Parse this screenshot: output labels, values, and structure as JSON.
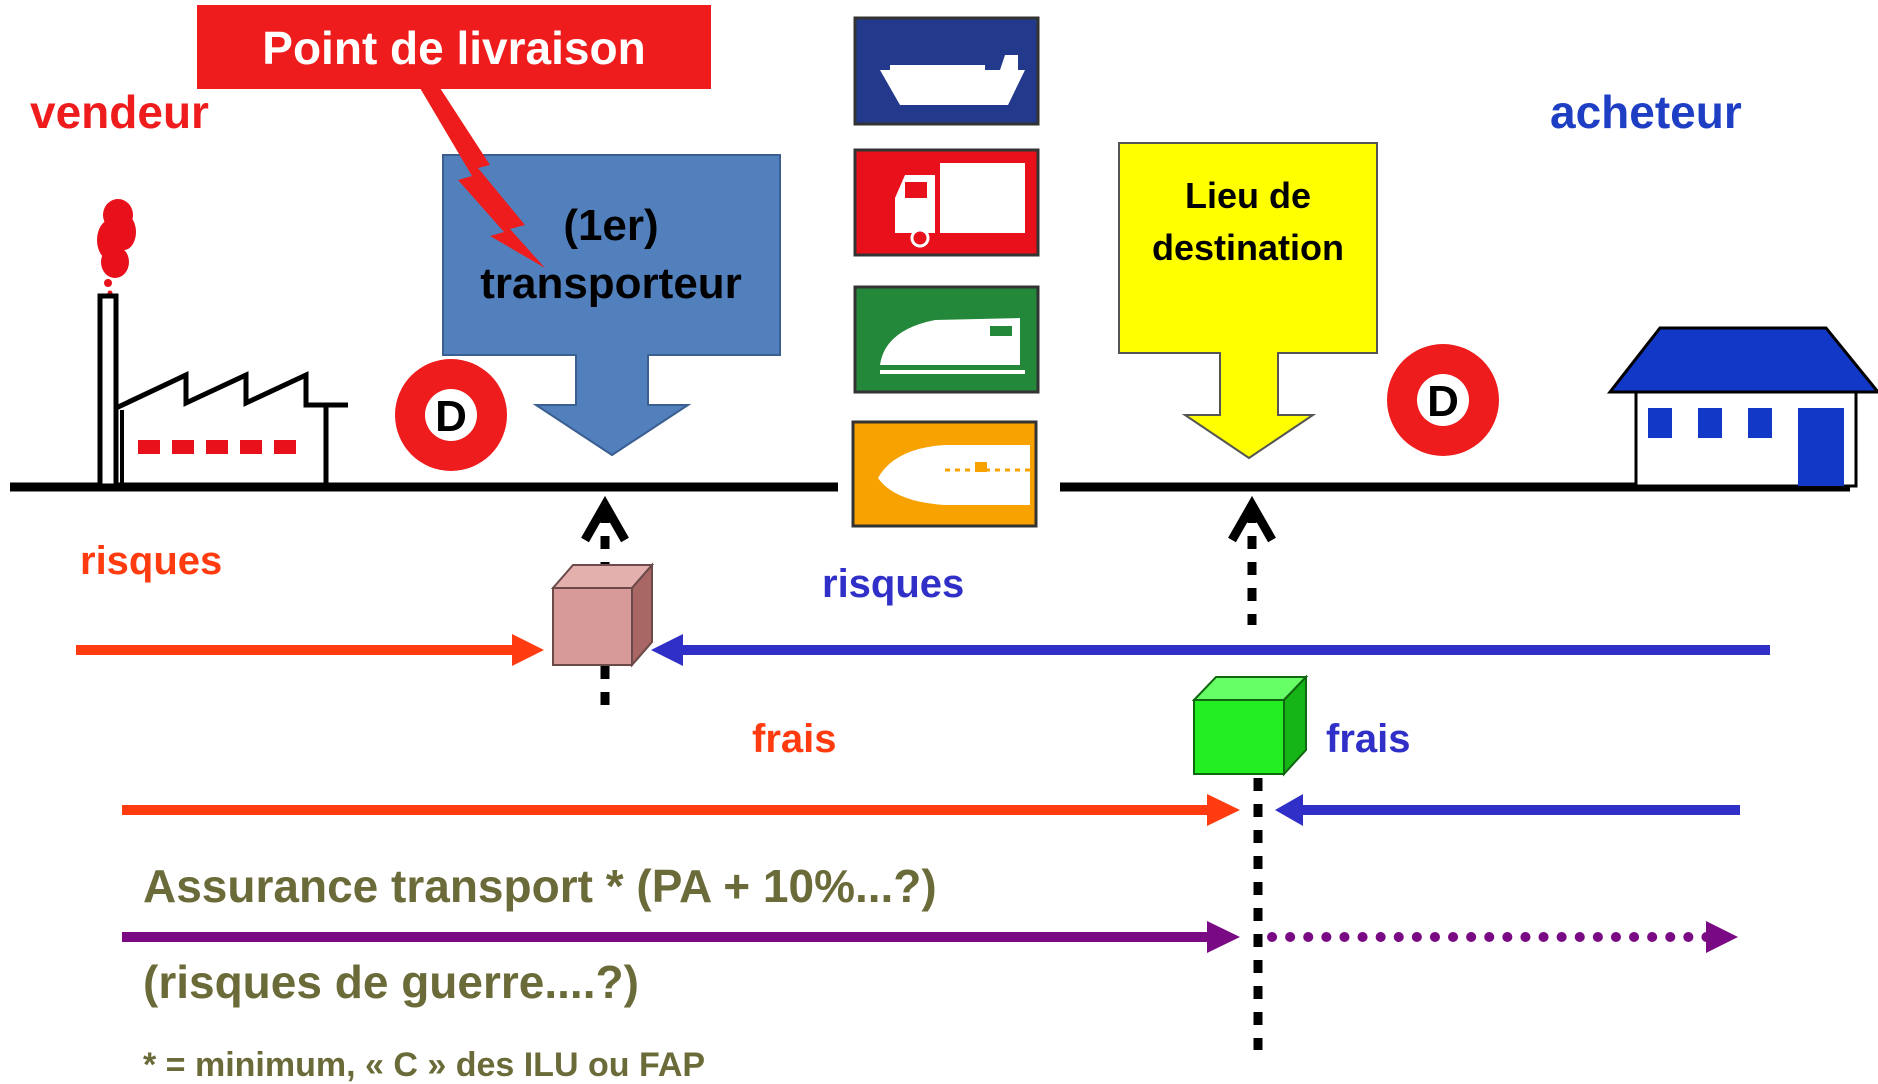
{
  "callout": {
    "text": "Point de livraison",
    "color": "#ee1c1c"
  },
  "parties": {
    "seller": {
      "text": "vendeur",
      "color": "#ee1c1c"
    },
    "buyer": {
      "text": "acheteur",
      "color": "#1e3fc4"
    }
  },
  "carrier_box": {
    "line1": "(1er)",
    "line2": "transporteur",
    "color": "#5280bd"
  },
  "destination_box": {
    "line1": "Lieu de",
    "line2": "destination",
    "color": "#ffff00"
  },
  "d_badges": [
    "D",
    "D"
  ],
  "transport_modes": [
    "ship-icon",
    "truck-icon",
    "train-icon",
    "airplane-icon"
  ],
  "risks": {
    "seller_label": "risques",
    "buyer_label": "risques"
  },
  "costs": {
    "seller_label": "frais",
    "buyer_label": "frais"
  },
  "insurance": {
    "line1": "Assurance transport * (PA + 10%...?)",
    "line2": "(risques de guerre....?)",
    "footnote": "* = minimum, « C » des ILU ou FAP",
    "color": "#6b6b3a"
  },
  "colors": {
    "seller_arrow": "#ff3b0f",
    "buyer_arrow": "#3030c8",
    "insurance_arrow": "#7a0a84",
    "risk_box": "#d89a98",
    "cost_box": "#22ee22"
  }
}
